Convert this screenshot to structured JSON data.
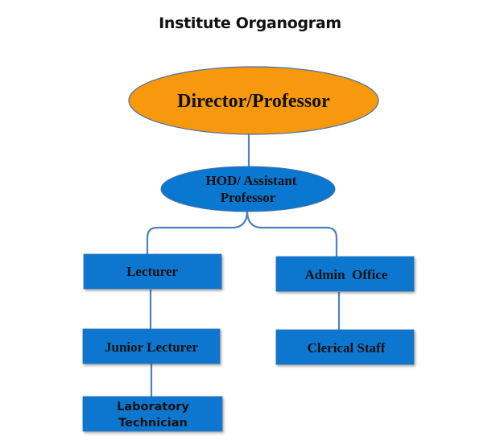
{
  "title": "Institute Organogram",
  "colors": {
    "director_fill": "#F7980D",
    "node_fill": "#0A77D0",
    "line": "#4F81BD",
    "outline": "#4A6FA0"
  },
  "nodes": {
    "director": {
      "label": "Director/Professor",
      "shape": "ellipse"
    },
    "hod": {
      "line1": "HOD/ Assistant",
      "line2": "Professor",
      "shape": "ellipse"
    },
    "lecturer": {
      "label": "Lecturer",
      "shape": "rectangle"
    },
    "admin_office": {
      "label": "Admin  Office",
      "shape": "rectangle"
    },
    "junior_lecturer": {
      "label": "Junior Lecturer",
      "shape": "rectangle"
    },
    "clerical_staff": {
      "label": "Clerical Staff",
      "shape": "rectangle"
    },
    "lab_technician": {
      "line1": "Laboratory",
      "line2": "Technician",
      "shape": "rectangle"
    }
  },
  "edges": [
    {
      "from": "Director/Professor",
      "to": "HOD/ Assistant Professor"
    },
    {
      "from": "HOD/ Assistant Professor",
      "to": "Lecturer"
    },
    {
      "from": "HOD/ Assistant Professor",
      "to": "Admin Office"
    },
    {
      "from": "Lecturer",
      "to": "Junior Lecturer"
    },
    {
      "from": "Junior Lecturer",
      "to": "Laboratory Technician"
    },
    {
      "from": "Admin Office",
      "to": "Clerical Staff"
    }
  ]
}
